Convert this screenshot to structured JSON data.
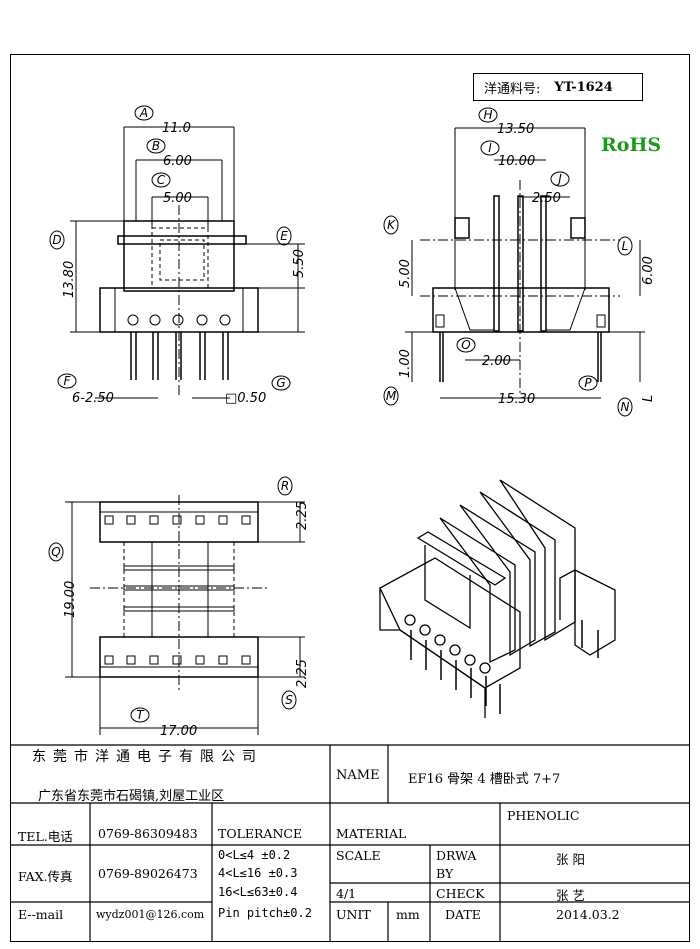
{
  "part_box": {
    "label": "洋通料号:",
    "value": "YT-1624"
  },
  "rohs": "RoHS",
  "dims": {
    "A": "11.0",
    "B": "6.00",
    "C": "5.00",
    "D": "13.80",
    "E": "5.50",
    "F": "6-2.50",
    "G": "□0.50",
    "H": "13.50",
    "I": "10.00",
    "J": "2.50",
    "K": "5.00",
    "L": "6.00",
    "M": "1.00",
    "N": "L",
    "O": "2.00",
    "P": "15.30",
    "Q": "19.00",
    "R": "2.25",
    "S": "2.25",
    "T": "17.00"
  },
  "dim_letters": [
    "A",
    "B",
    "C",
    "D",
    "E",
    "F",
    "G",
    "H",
    "I",
    "J",
    "K",
    "L",
    "M",
    "N",
    "O",
    "P",
    "Q",
    "R",
    "S",
    "T"
  ],
  "title_block": {
    "company": "东莞市洋通电子有限公司",
    "address": "广东省东莞市石碣镇,刘屋工业区",
    "name_label": "NAME",
    "name_value": "EF16 骨架 4 槽卧式 7+7",
    "tel_label": "TEL.电话",
    "tel_value": "0769-86309483",
    "fax_label": "FAX.传真",
    "fax_value": "0769-89026473",
    "email_label": "E--mail",
    "email_value": "wydz001@126.com",
    "tolerance_label": "TOLERANCE",
    "tolerances": [
      "0<L≤4  ±0.2",
      "4<L≤16 ±0.3",
      "16<L≤63±0.4",
      "Pin pitch±0.2"
    ],
    "material_label": "MATERIAL",
    "material_value": "PHENOLIC",
    "scale_label": "SCALE",
    "scale_value": "4/1",
    "drawn_label_1": "DRWA",
    "drawn_label_2": "BY",
    "drawn_value": "张 阳",
    "check_label": "CHECK",
    "check_value": "张 艺",
    "unit_label": "UNIT",
    "unit_value": "mm",
    "date_label": "DATE",
    "date_value": "2014.03.2"
  }
}
